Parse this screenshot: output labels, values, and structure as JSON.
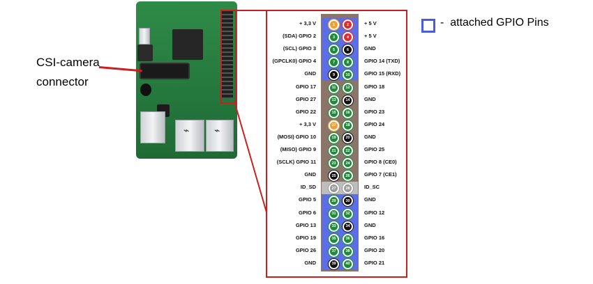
{
  "callout": {
    "csi_label": "CSI-camera\nconnector"
  },
  "legend": {
    "separator": "-",
    "label": "attached GPIO Pins"
  },
  "board": {
    "usb_symbols": [
      "⌁",
      "⌁"
    ]
  },
  "colors": {
    "highlight_red": "#cc1e1e",
    "attached_blue": "#5b6ee6",
    "gpio_green": "#1e8a3a",
    "power_3v3": "#f0a030",
    "power_5v": "#d83030",
    "ground_black": "#111111",
    "id_eeprom_gray": "#bdbdbd"
  },
  "pins": [
    {
      "left": "+ 3,3 V",
      "right": "+ 5 V",
      "n1": "1",
      "n2": "2",
      "t1": "3v3",
      "t2": "5v",
      "band": "blue"
    },
    {
      "left": "(SDA) GPIO 2",
      "right": "+ 5 V",
      "n1": "3",
      "n2": "4",
      "t1": "gpio",
      "t2": "5v",
      "band": "blue"
    },
    {
      "left": "(SCL) GPIO 3",
      "right": "GND",
      "n1": "5",
      "n2": "6",
      "t1": "gpio",
      "t2": "gnd",
      "band": "blue"
    },
    {
      "left": "(GPCLK0) GPIO 4",
      "right": "GPIO 14 (TXD)",
      "n1": "7",
      "n2": "8",
      "t1": "gpio",
      "t2": "gpio",
      "band": "blue"
    },
    {
      "left": "GND",
      "right": "GPIO 15 (RXD)",
      "n1": "9",
      "n2": "10",
      "t1": "gnd",
      "t2": "gpio",
      "band": "blue"
    },
    {
      "left": "GPIO 17",
      "right": "GPIO 18",
      "n1": "11",
      "n2": "12",
      "t1": "gpio",
      "t2": "gpio",
      "band": "none"
    },
    {
      "left": "GPIO 27",
      "right": "GND",
      "n1": "13",
      "n2": "14",
      "t1": "gpio",
      "t2": "gnd",
      "band": "none"
    },
    {
      "left": "GPIO 22",
      "right": "GPIO 23",
      "n1": "15",
      "n2": "16",
      "t1": "gpio",
      "t2": "gpio",
      "band": "none"
    },
    {
      "left": "+ 3,3 V",
      "right": "GPIO 24",
      "n1": "17",
      "n2": "18",
      "t1": "3v3",
      "t2": "gpio",
      "band": "none"
    },
    {
      "left": "(MOSI) GPIO 10",
      "right": "GND",
      "n1": "19",
      "n2": "20",
      "t1": "gpio",
      "t2": "gnd",
      "band": "none"
    },
    {
      "left": "(MISO) GPIO 9",
      "right": "GPIO 25",
      "n1": "21",
      "n2": "22",
      "t1": "gpio",
      "t2": "gpio",
      "band": "none"
    },
    {
      "left": "(SCLK) GPIO 11",
      "right": "GPIO 8 (CE0)",
      "n1": "23",
      "n2": "24",
      "t1": "gpio",
      "t2": "gpio",
      "band": "none"
    },
    {
      "left": "GND",
      "right": "GPIO 7 (CE1)",
      "n1": "25",
      "n2": "26",
      "t1": "gnd",
      "t2": "gpio",
      "band": "none"
    },
    {
      "left": "ID_SD",
      "right": "ID_SC",
      "n1": "27",
      "n2": "28",
      "t1": "id",
      "t2": "id",
      "band": "gray"
    },
    {
      "left": "GPIO 5",
      "right": "GND",
      "n1": "29",
      "n2": "30",
      "t1": "gpio",
      "t2": "gnd",
      "band": "blue"
    },
    {
      "left": "GPIO 6",
      "right": "GPIO 12",
      "n1": "31",
      "n2": "32",
      "t1": "gpio",
      "t2": "gpio",
      "band": "blue"
    },
    {
      "left": "GPIO 13",
      "right": "GND",
      "n1": "33",
      "n2": "34",
      "t1": "gpio",
      "t2": "gnd",
      "band": "blue"
    },
    {
      "left": "GPIO 19",
      "right": "GPIO 16",
      "n1": "35",
      "n2": "36",
      "t1": "gpio",
      "t2": "gpio",
      "band": "blue"
    },
    {
      "left": "GPIO 26",
      "right": "GPIO 20",
      "n1": "37",
      "n2": "38",
      "t1": "gpio",
      "t2": "gpio",
      "band": "blue"
    },
    {
      "left": "GND",
      "right": "GPIO 21",
      "n1": "39",
      "n2": "40",
      "t1": "gnd",
      "t2": "gpio",
      "band": "blue"
    }
  ]
}
